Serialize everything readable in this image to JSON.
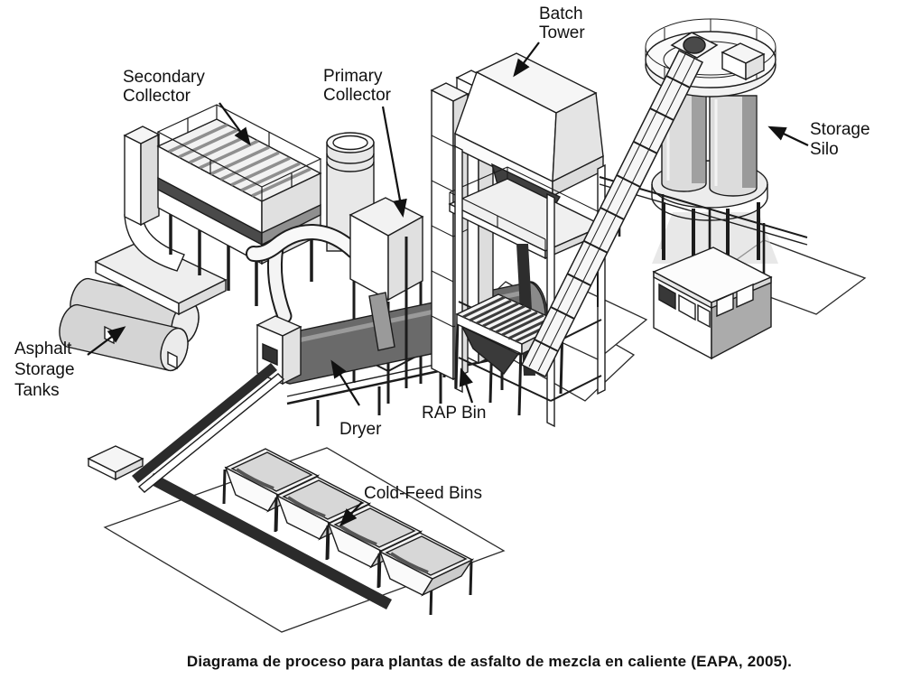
{
  "diagram": {
    "type": "isometric-process-diagram",
    "subject": "hot mix asphalt batch plant",
    "colors": {
      "background": "#ffffff",
      "ink": "#111111",
      "dark": "#2b2b2b",
      "drum": "#6a6a6a",
      "light_shade": "#e2e2e2",
      "mid_shade": "#c9c9c9"
    },
    "labels": {
      "secondary_collector": {
        "lines": [
          "Secondary",
          "Collector"
        ]
      },
      "primary_collector": {
        "lines": [
          "Primary",
          "Collector"
        ]
      },
      "batch_tower": {
        "lines": [
          "Batch",
          "Tower"
        ]
      },
      "storage_silo": {
        "lines": [
          "Storage",
          "Silo"
        ]
      },
      "asphalt_storage_tanks": {
        "lines": [
          "Asphalt",
          "Storage",
          "Tanks"
        ]
      },
      "dryer": {
        "lines": [
          "Dryer"
        ]
      },
      "rap_bin": {
        "lines": [
          "RAP Bin"
        ]
      },
      "cold_feed_bins": {
        "lines": [
          "Cold-Feed Bins"
        ]
      }
    },
    "caption": "Diagrama de proceso para plantas de asfalto de mezcla en caliente (EAPA, 2005)."
  }
}
